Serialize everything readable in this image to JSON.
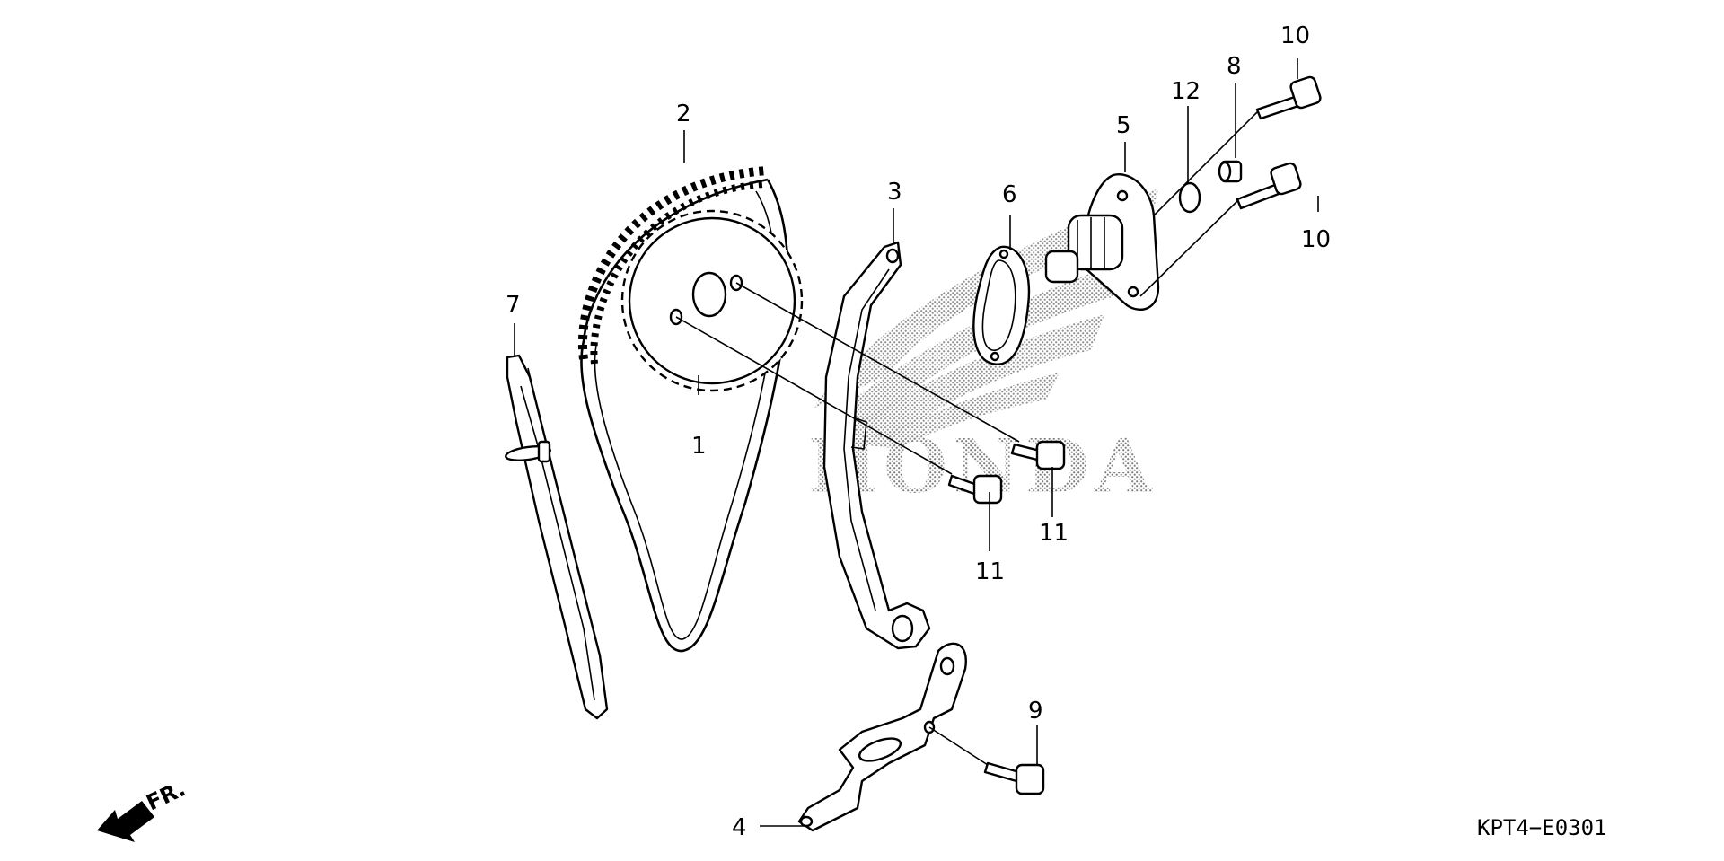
{
  "diagram": {
    "code": "KPT4−E0301",
    "watermark": "HONDA",
    "front_arrow": "FR.",
    "callouts": {
      "c1": "1",
      "c2": "2",
      "c3": "3",
      "c4": "4",
      "c5": "5",
      "c6": "6",
      "c7": "7",
      "c8": "8",
      "c9": "9",
      "c10a": "10",
      "c10b": "10",
      "c11a": "11",
      "c11b": "11",
      "c12": "12"
    },
    "colors": {
      "ink": "#000000",
      "background": "#ffffff",
      "watermark": "#8a8a8a"
    },
    "icons": [
      "front-arrow-icon",
      "honda-wing-logo-icon"
    ]
  }
}
